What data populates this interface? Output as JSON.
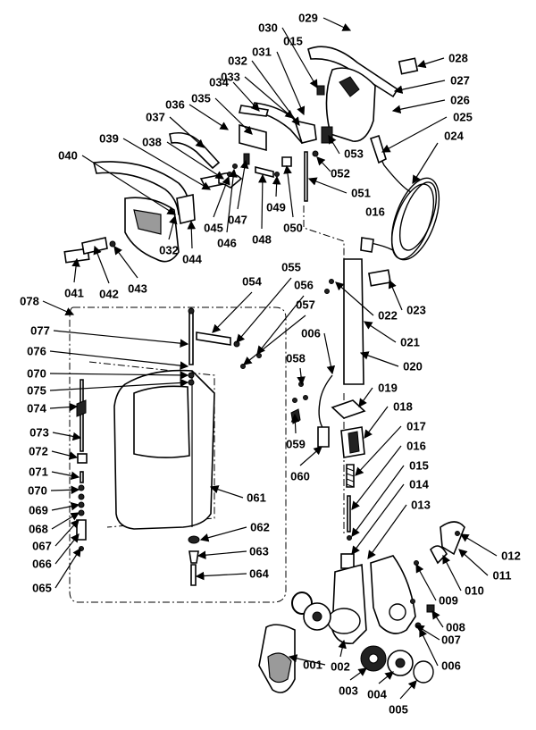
{
  "labels": {
    "p001": "001",
    "p002": "002",
    "p003": "003",
    "p004": "004",
    "p005": "005",
    "p006a": "006",
    "p006b": "006",
    "p007": "007",
    "p008": "008",
    "p009": "009",
    "p010": "010",
    "p011": "011",
    "p012": "012",
    "p013": "013",
    "p014": "014",
    "p015a": "015",
    "p015b": "015",
    "p016a": "016",
    "p016b": "016",
    "p017": "017",
    "p018": "018",
    "p019": "019",
    "p020": "020",
    "p021": "021",
    "p022": "022",
    "p023": "023",
    "p024": "024",
    "p025": "025",
    "p026": "026",
    "p027": "027",
    "p028": "028",
    "p029": "029",
    "p030": "030",
    "p031": "031",
    "p032a": "032",
    "p032b": "032",
    "p033": "033",
    "p034": "034",
    "p035": "035",
    "p036": "036",
    "p037": "037",
    "p038": "038",
    "p039": "039",
    "p040": "040",
    "p041": "041",
    "p042": "042",
    "p043": "043",
    "p044": "044",
    "p045": "045",
    "p046": "046",
    "p047": "047",
    "p048": "048",
    "p049": "049",
    "p050": "050",
    "p051": "051",
    "p052": "052",
    "p053": "053",
    "p054": "054",
    "p055": "055",
    "p056": "056",
    "p057": "057",
    "p058": "058",
    "p059": "059",
    "p060": "060",
    "p061": "061",
    "p062": "062",
    "p063": "063",
    "p064": "064",
    "p065": "065",
    "p066": "066",
    "p067": "067",
    "p068": "068",
    "p069": "069",
    "p070a": "070",
    "p070b": "070",
    "p071": "071",
    "p072": "072",
    "p073": "073",
    "p074": "074",
    "p075": "075",
    "p076": "076",
    "p077": "077",
    "p078": "078"
  }
}
